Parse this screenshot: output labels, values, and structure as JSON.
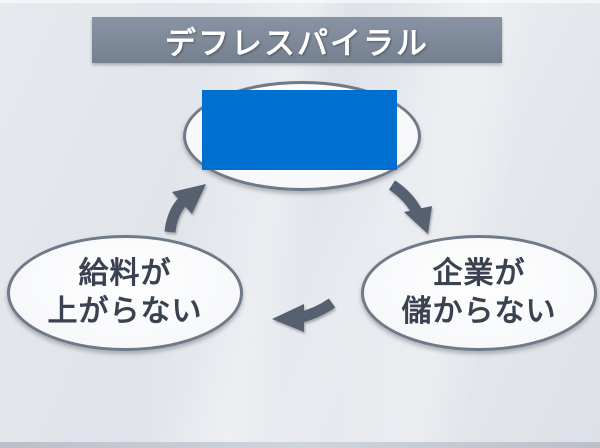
{
  "title": "デフレスパイラル",
  "nodes": {
    "left": {
      "line1": "給料が",
      "line2": "上がらない"
    },
    "right": {
      "line1": "企業が",
      "line2": "儲からない"
    }
  },
  "colors": {
    "banner": "#7d8797",
    "ellipse_border": "#6f7a89",
    "arrow": "#56606f",
    "redaction": "#0070d0"
  }
}
